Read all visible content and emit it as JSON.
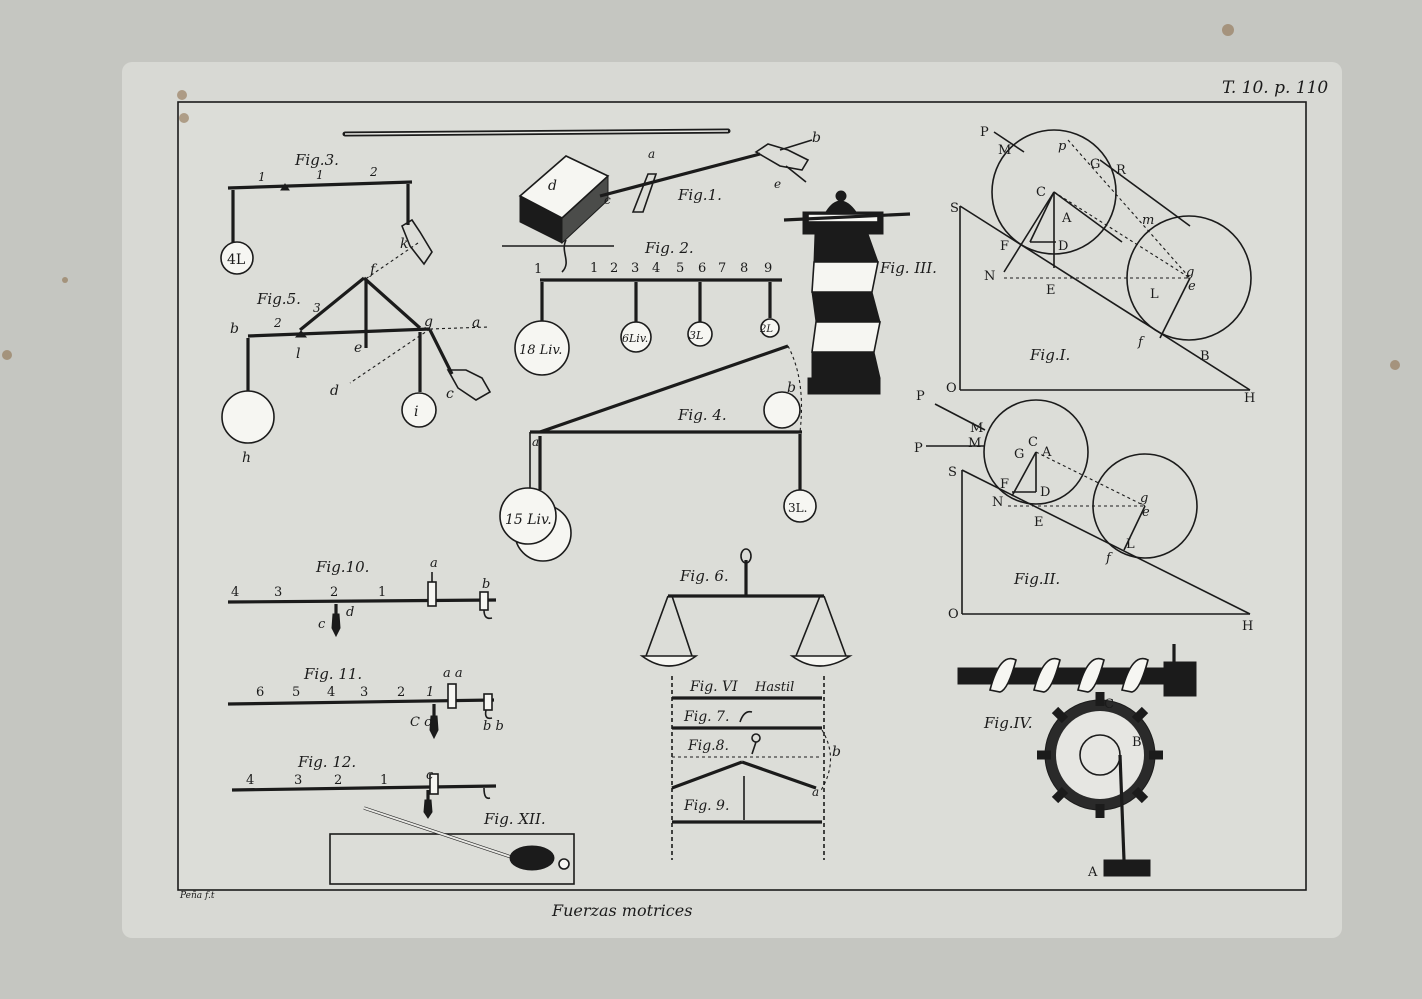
{
  "plate": {
    "page_ref": "T. 10. p. 110",
    "caption": "Fuerzas motrices",
    "engraver": "Peña f.t"
  },
  "fig3": {
    "title": "Fig.3.",
    "marks": [
      "1",
      "1",
      "2"
    ],
    "weight": "4L",
    "point_k": "k",
    "point_f": "f"
  },
  "fig5": {
    "title": "Fig.5.",
    "marks": [
      "3",
      "2"
    ],
    "letters": {
      "b": "b",
      "l": "l",
      "e": "e",
      "g": "g",
      "a": "a",
      "d": "d",
      "c": "c",
      "h": "h",
      "i": "i"
    }
  },
  "fig1": {
    "title": "Fig.1.",
    "letters": {
      "a": "a",
      "b": "b",
      "c": "c",
      "d": "d",
      "e": "e"
    }
  },
  "fig2": {
    "title": "Fig. 2.",
    "scale": [
      "1",
      "1",
      "2",
      "3",
      "4",
      "5",
      "6",
      "7",
      "8",
      "9"
    ],
    "weights": [
      "18 Liv.",
      "6Liv.",
      "3L",
      "2L"
    ]
  },
  "fig4": {
    "title": "Fig. 4.",
    "weights": [
      "15 Liv.",
      "3L."
    ],
    "letters": {
      "a": "a",
      "b": "b"
    }
  },
  "fig3_roman": {
    "title": "Fig. III."
  },
  "figI": {
    "title": "Fig.I.",
    "letters": [
      "P",
      "M",
      "p",
      "G",
      "R",
      "C",
      "S",
      "A",
      "m",
      "F",
      "D",
      "N",
      "E",
      "g",
      "e",
      "L",
      "f",
      "B",
      "O",
      "H"
    ]
  },
  "figII": {
    "title": "Fig.II.",
    "letters": [
      "P",
      "M",
      "P",
      "M",
      "C",
      "G",
      "A",
      "S",
      "F",
      "D",
      "N",
      "E",
      "g",
      "e",
      "L",
      "f",
      "O",
      "H"
    ]
  },
  "figIV": {
    "title": "Fig.IV.",
    "letters": [
      "C",
      "B",
      "A"
    ]
  },
  "fig6": {
    "title": "Fig. 6."
  },
  "figVI": {
    "title": "Fig. VI",
    "label": "Hastil"
  },
  "fig7": {
    "title": "Fig. 7."
  },
  "fig8": {
    "title": "Fig.8.",
    "letters": [
      "b",
      "a"
    ]
  },
  "fig9": {
    "title": "Fig. 9."
  },
  "fig10": {
    "title": "Fig.10.",
    "scale": [
      "4",
      "3",
      "2",
      "1"
    ],
    "letters": {
      "a": "a",
      "b": "b",
      "c": "c",
      "d": "d"
    }
  },
  "fig11": {
    "title": "Fig. 11.",
    "scale": [
      "6",
      "5",
      "4",
      "3",
      "2",
      "1"
    ],
    "letters": {
      "aa": "a a",
      "cc": "C c",
      "bb": "b b"
    }
  },
  "fig12": {
    "title": "Fig. 12.",
    "scale": [
      "4",
      "3",
      "2",
      "1"
    ],
    "letters": {
      "c": "c"
    }
  },
  "figXII": {
    "title": "Fig. XII."
  }
}
